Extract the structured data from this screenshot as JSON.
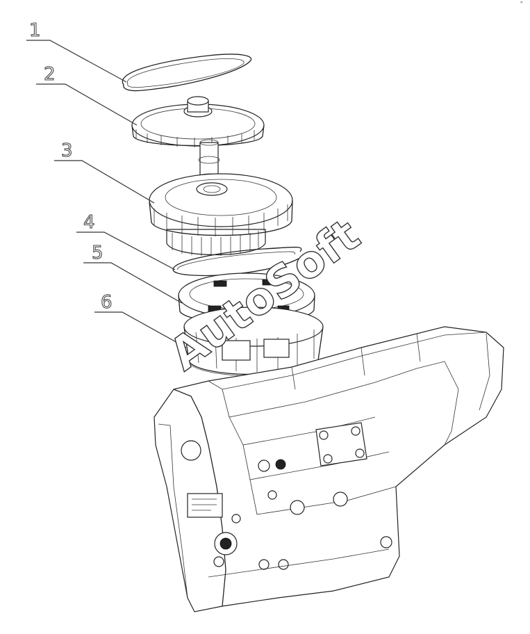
{
  "diagram": {
    "callouts": [
      {
        "id": "1",
        "label": "1"
      },
      {
        "id": "2",
        "label": "2"
      },
      {
        "id": "3",
        "label": "3"
      },
      {
        "id": "4",
        "label": "4"
      },
      {
        "id": "5",
        "label": "5"
      },
      {
        "id": "6",
        "label": "6"
      }
    ],
    "watermark": "AutoSoft",
    "corner_mark": "˝"
  },
  "colors": {
    "line": "#222222",
    "background": "#ffffff"
  }
}
